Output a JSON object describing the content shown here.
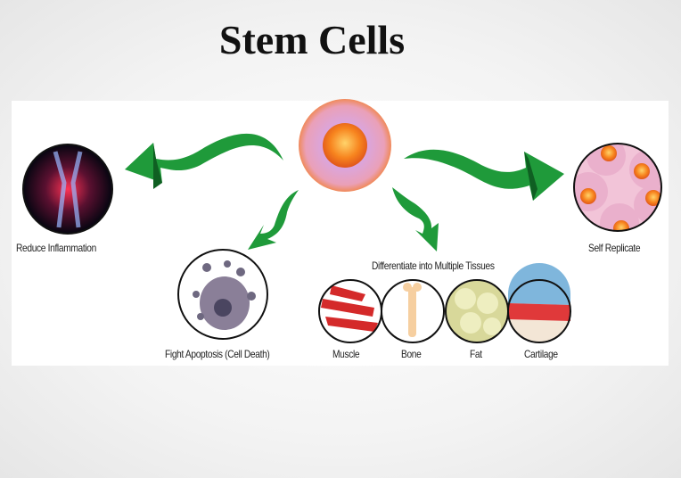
{
  "title": "Stem Cells",
  "diagram": {
    "center": "stem-cell",
    "labels": {
      "reduce_inflammation": "Reduce Inflammation",
      "self_replicate": "Self Replicate",
      "fight_apoptosis": "Fight Apoptosis (Cell Death)",
      "differentiate": "Differentiate into Multiple Tissues",
      "muscle": "Muscle",
      "bone": "Bone",
      "fat": "Fat",
      "cartilage": "Cartilage"
    },
    "colors": {
      "arrow": "#1f9a3a",
      "arrow_dark": "#0f5f22",
      "cell": "#e6a6d0",
      "nucleus": "#f27a1a"
    }
  }
}
